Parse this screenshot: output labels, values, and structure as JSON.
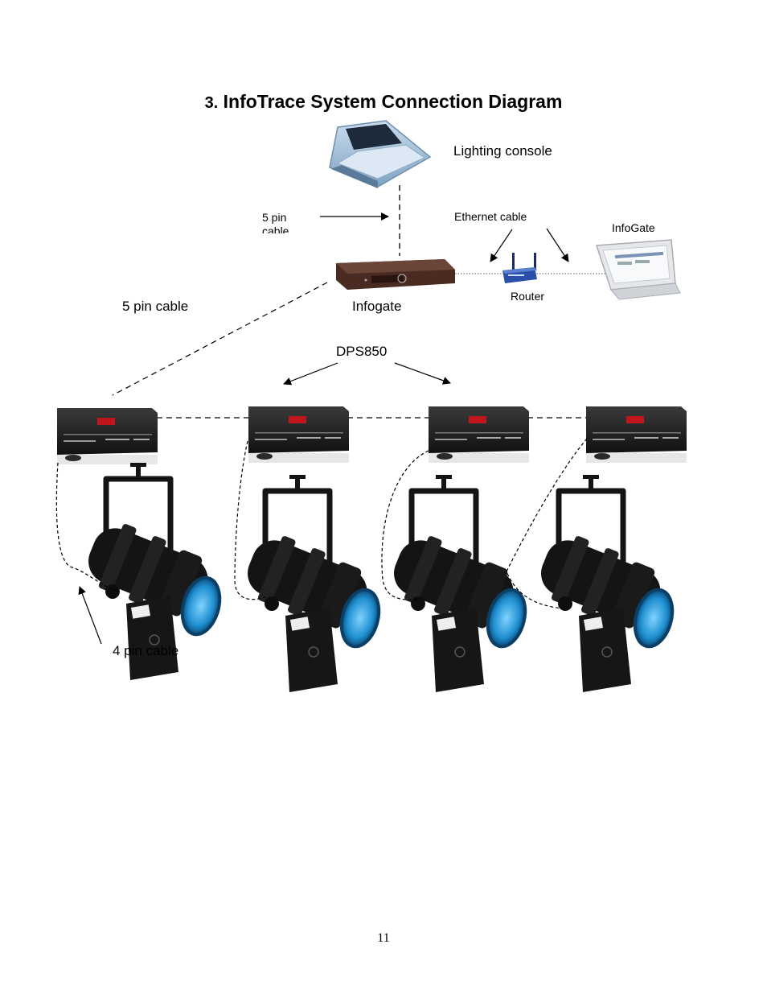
{
  "page": {
    "section_number": "3.",
    "title": "InfoTrace System Connection Diagram",
    "page_number": "11"
  },
  "labels": {
    "lighting_console": "Lighting console",
    "five_pin_small_line1": "5 pin",
    "five_pin_small_line2": "cable",
    "ethernet_cable": "Ethernet cable",
    "infogate_laptop": "InfoGate",
    "router": "Router",
    "five_pin_cable": "5 pin cable",
    "infogate": "Infogate",
    "dps850": "DPS850",
    "four_pin_cable": "4 pin cable"
  },
  "colors": {
    "console_body": "#a9c4dc",
    "console_screen": "#1d2a3a",
    "infogate_box": "#4a2b22",
    "dimmer_box": "#1e1e1e",
    "lens_blue": "#1f8fd0",
    "router_blue": "#2a4fa8",
    "fixture_black": "#141414"
  }
}
